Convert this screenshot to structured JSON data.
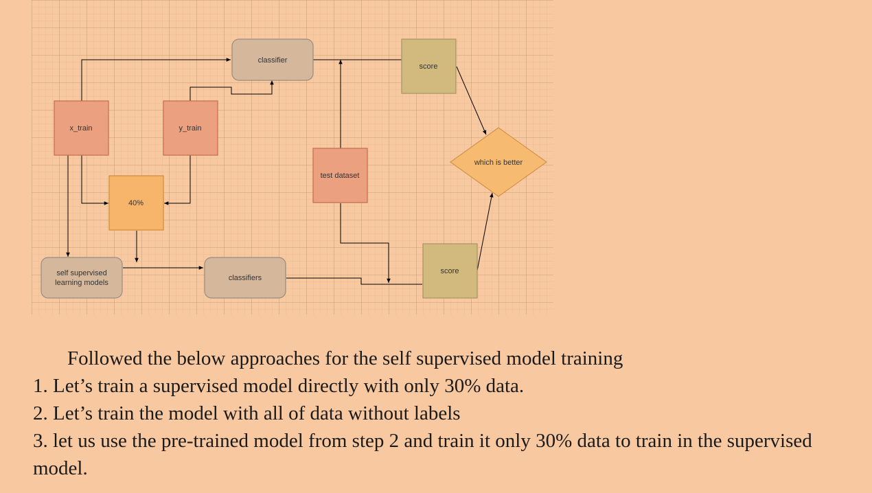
{
  "diagram": {
    "nodes": {
      "classifier": "classifier",
      "score_top": "score",
      "x_train": "x_train",
      "y_train": "y_train",
      "which_is_better": "which is better",
      "test_dataset": "test dataset",
      "forty_percent": "40%",
      "self_supervised_line1": "self supervised",
      "self_supervised_line2": "learning models",
      "classifiers": "classifiers",
      "score_bottom": "score"
    }
  },
  "caption": {
    "intro": "Followed the below approaches for the self supervised model training",
    "steps": [
      "1. Let’s train a supervised model directly with only 30% data.",
      "2. Let’s train the model with all of data without labels",
      "3.  let us use the pre-trained model from step 2 and train it only 30% data to train in the supervised model."
    ]
  },
  "colors": {
    "background": "#f8c9a0",
    "rounded_box_fill": "#d5b79c",
    "salmon_box_fill": "#eba180",
    "orange_box_fill": "#f6b56b",
    "olive_box_fill": "#d2b97e",
    "diamond_fill": "#f6bb70"
  }
}
